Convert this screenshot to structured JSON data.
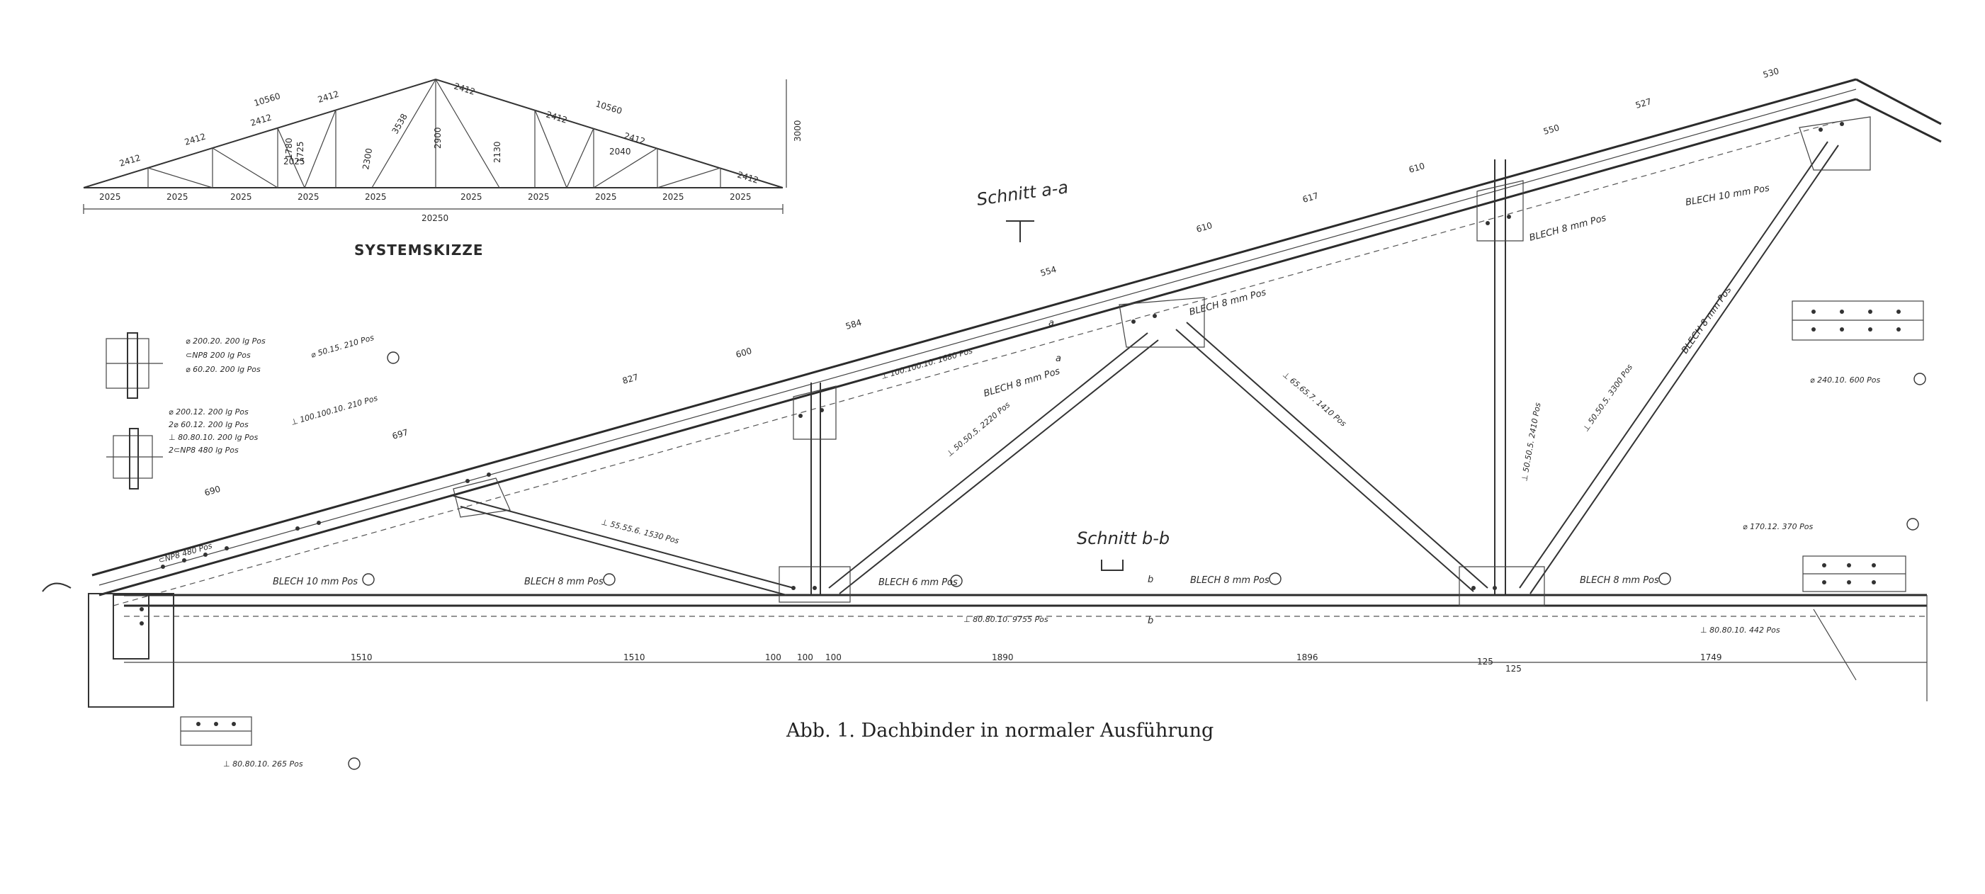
{
  "caption": "Abb. 1. Dachbinder in normaler Ausführung",
  "system_sketch": {
    "title": "SYSTEMSKIZZE",
    "total_span": "20250",
    "height": "3000",
    "half_span_top": [
      "10560",
      "10560"
    ],
    "bays": [
      "2025",
      "2025",
      "2025",
      "2025",
      "2025",
      "2025",
      "2025",
      "2025",
      "2025",
      "2025"
    ],
    "top_chord_segments": [
      "2412",
      "2412",
      "2412",
      "2412",
      "2412",
      "2412",
      "2412",
      "2412"
    ],
    "inner_members": [
      "2300",
      "2900",
      "3538",
      "2130",
      "2025",
      "1780",
      "1725",
      "2040"
    ]
  },
  "sections": {
    "a_a": "Schnitt a-a",
    "b_b": "Schnitt b-b",
    "mark_a": "a",
    "mark_b": "b"
  },
  "plate_labels": [
    "BLECH 10 mm Pos",
    "BLECH 8 mm Pos",
    "BLECH 8 mm Pos",
    "BLECH 8 mm Pos",
    "BLECH 6 mm Pos",
    "BLECH 8 mm Pos",
    "BLECH 8 mm Pos",
    "BLECH 8 mm Pos",
    "BLECH 8 mm Pos",
    "BLECH 10 mm Pos"
  ],
  "member_labels": [
    "⊥ 100.100.10. 1680 Pos",
    "⊥ 100.100.10. 210 Pos",
    "⊥ 55.55.6. 1530 Pos",
    "⊥ 50.50.5. 2220 Pos",
    "⊥ 65.65.7. 1410 Pos",
    "⊥ 80.80.10. 9755 Pos",
    "⊥ 50.50.5. 2410 Pos",
    "⊥ 50.50.5. 3300 Pos",
    "⊥ 80.80.10. 442 Pos",
    "⊥ 80.80.10. 265 Pos",
    "⌀ 50.15. 210 Pos",
    "⌀ 240.10. 600 Pos",
    "⌀ 170.12. 370 Pos",
    "⊂NP8 480 Pos",
    "2⊂NP8 480 lg Pos"
  ],
  "detail_labels": [
    "⌀ 200.20. 200 lg Pos",
    "⊂NP8 200 lg Pos",
    "⌀ 60.20. 200 lg Pos",
    "⌀ 200.12. 200 lg Pos",
    "2⌀ 60.12. 200 lg Pos",
    "⊥ 80.80.10. 200 lg Pos",
    "2⊂NP8 480 lg Pos"
  ],
  "bottom_dims": [
    "1510",
    "1510",
    "100",
    "100",
    "100",
    "1890",
    "1896",
    "1749",
    "125",
    "125"
  ],
  "top_dims": [
    "690",
    "697",
    "827",
    "600",
    "584",
    "554",
    "610",
    "617",
    "610",
    "550",
    "527",
    "530"
  ]
}
